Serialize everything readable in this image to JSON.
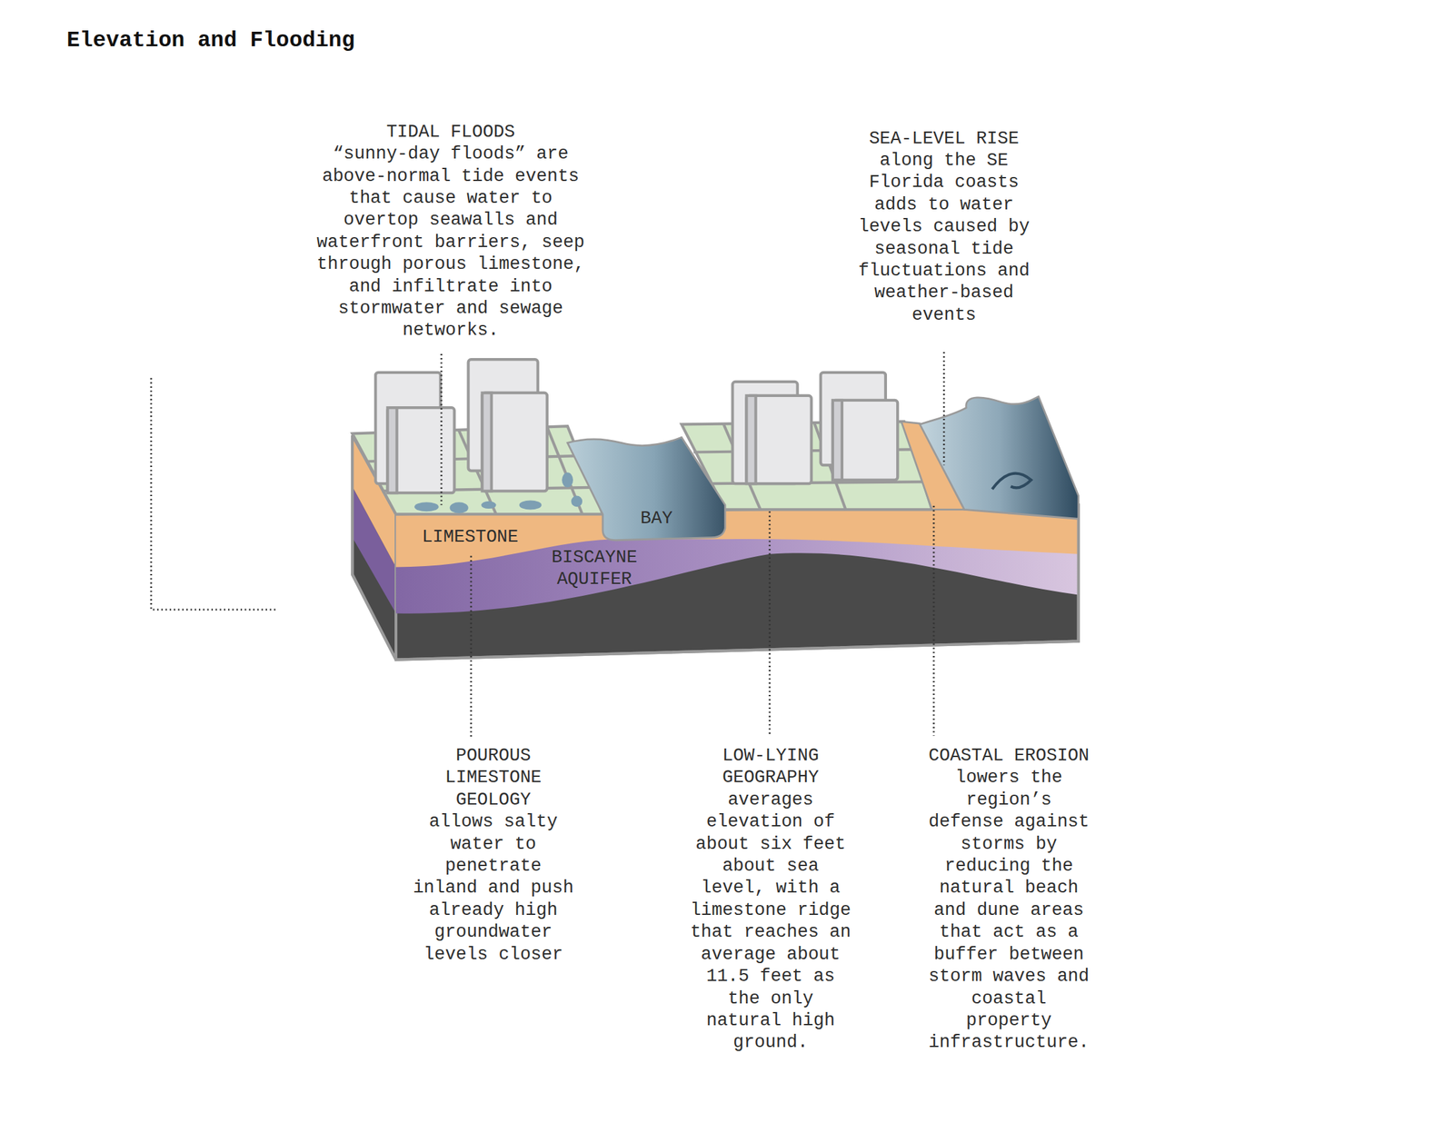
{
  "diagram": {
    "title": "Elevation and Flooding",
    "labels": [
      "TIDAL FLOODS",
      "“sunny-day floods” are above-normal tide events that cause water to overtop seawalls and waterfront barriers, seep through porous limestone, and infiltrate into stormwater and sewage networks.",
      "SEA-LEVEL RISE",
      "along the SE Florida coasts adds to water levels caused by seasonal tide fluctuations and weather-based events",
      "LIMESTONE",
      "BAY",
      "BISCAYNE AQUIFER",
      "POUROUS LIMESTONE GEOLOGY",
      "allows salty water to penetrate inland and push already high groundwater levels closer",
      "LOW-LYING GEOGRAPHY",
      "averages elevation of about six feet about sea level, with a limestone ridge that reaches an average about 11.5 feet as the only natural high ground.",
      "COASTAL EROSION",
      "lowers the region’s defense against storms by reducing the natural beach and dune areas that act as a buffer between storm waves and coastal property infrastructure."
    ]
  }
}
